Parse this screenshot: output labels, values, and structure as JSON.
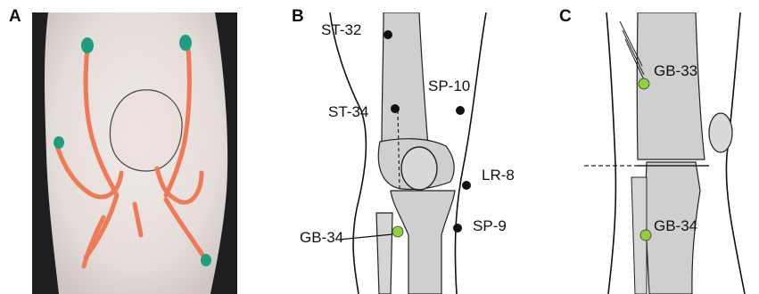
{
  "figure": {
    "panels": [
      {
        "letter": "A"
      },
      {
        "letter": "B",
        "points": [
          "ST-32",
          "ST-34",
          "SP-10",
          "LR-8",
          "GB-34",
          "SP-9"
        ]
      },
      {
        "letter": "C",
        "points": [
          "GB-33",
          "GB-34"
        ]
      }
    ],
    "colors": {
      "ink": "#111111",
      "highlight_point": "#8ed13a",
      "marker_line": "#f07a55",
      "marker_dot": "#1d9e7e",
      "bone_fill": "#cfcfcf",
      "skin_background": "#e9e4e2"
    }
  }
}
